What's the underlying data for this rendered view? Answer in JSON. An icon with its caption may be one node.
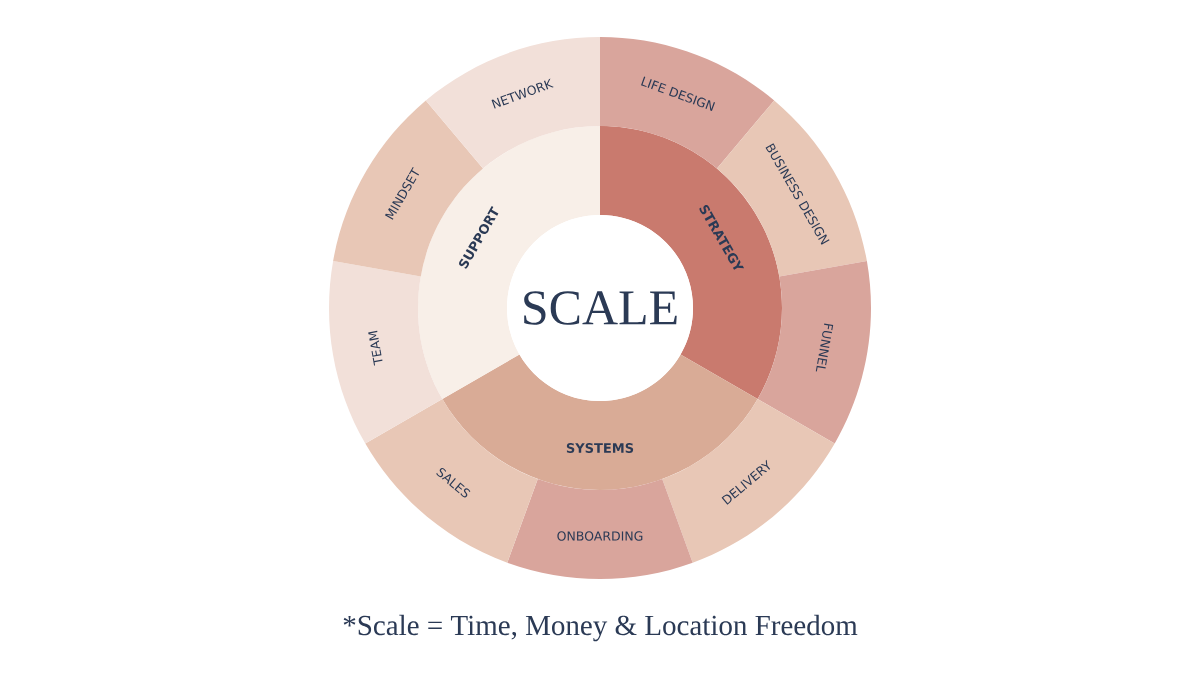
{
  "diagram": {
    "caption": "*Scale = Time, Money & Location Freedom",
    "nodes": [
      {
        "text": [
          "SCALE"
        ]
      },
      {
        "text": [
          "STRATEGY"
        ]
      },
      {
        "text": [
          "SYSTEMS"
        ]
      },
      {
        "text": [
          "SUPPORT"
        ]
      },
      {
        "text": [
          "LIFE DESIGN"
        ]
      },
      {
        "text": [
          "BUSINESS DESIGN"
        ]
      },
      {
        "text": [
          "FUNNEL"
        ]
      },
      {
        "text": [
          "DELIVERY"
        ]
      },
      {
        "text": [
          "ONBOARDING"
        ]
      },
      {
        "text": [
          "SALES"
        ]
      },
      {
        "text": [
          "TEAM"
        ]
      },
      {
        "text": [
          "MINDSET"
        ]
      },
      {
        "text": [
          "NETWORK"
        ]
      }
    ]
  }
}
